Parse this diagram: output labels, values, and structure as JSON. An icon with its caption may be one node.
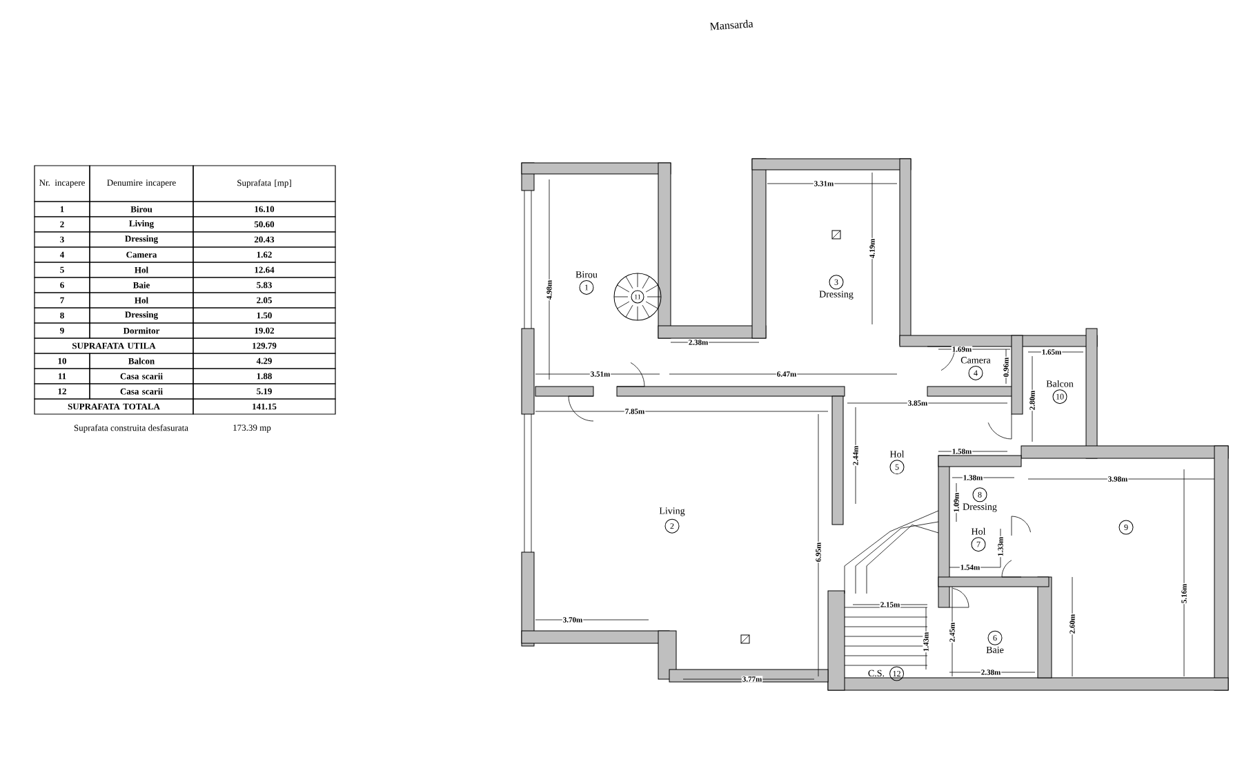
{
  "diagram": {
    "title": "Mansarda",
    "nodes": [
      {
        "text": [
          "Birou",
          "1"
        ]
      },
      {
        "text": [
          "11"
        ]
      },
      {
        "text": [
          "3",
          "Dressing"
        ]
      },
      {
        "text": [
          "Camera",
          "4"
        ]
      },
      {
        "text": [
          "Balcon",
          "10"
        ]
      },
      {
        "text": [
          "Hol",
          "5"
        ]
      },
      {
        "text": [
          "8",
          "Dressing"
        ]
      },
      {
        "text": [
          "Living",
          "2"
        ]
      },
      {
        "text": [
          "9"
        ]
      },
      {
        "text": [
          "Hol",
          "7"
        ]
      },
      {
        "text": [
          "6",
          "Baie"
        ]
      },
      {
        "text": [
          "C.S.",
          "12"
        ]
      }
    ],
    "labels": [
      "Nr. incapere",
      "Denumire incapere",
      "Suprafata [mp]",
      "1",
      "Birou",
      "16.10",
      "2",
      "Living",
      "50.60",
      "3",
      "Dressing",
      "20.43",
      "4",
      "Camera",
      "1.62",
      "5",
      "Hol",
      "12.64",
      "6",
      "Baie",
      "5.83",
      "7",
      "Hol",
      "2.05",
      "8",
      "Dressing",
      "1.50",
      "9",
      "Dormitor",
      "19.02",
      "SUPRAFATA UTILA",
      "129.79",
      "10",
      "Balcon",
      "4.29",
      "11",
      "Casa scarii",
      "1.88",
      "12",
      "Casa scarii",
      "5.19",
      "SUPRAFATA TOTALA",
      "141.15",
      "Suprafata construita desfasurata",
      "173.39 mp",
      "3.31m",
      "4.19m",
      "4.98m",
      "2.38m",
      "3.51m",
      "6.47m",
      "7.85m",
      "1.69m",
      "0.96m",
      "1.65m",
      "3.85m",
      "2.80m",
      "2.44m",
      "1.58m",
      "1.38m",
      "3.98m",
      "1.09m",
      "6.95m",
      "1.33m",
      "5.16m",
      "1.54m",
      "2.15m",
      "1.43m",
      "2.45m",
      "2.60m",
      "3.70m",
      "3.77m",
      "2.38m"
    ]
  }
}
